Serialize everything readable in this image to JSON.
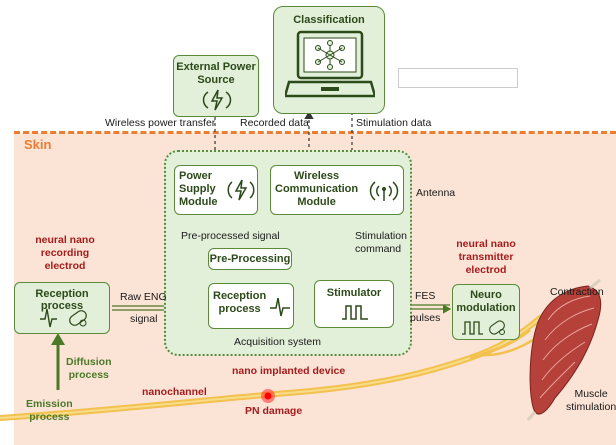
{
  "skin": {
    "label": "Skin"
  },
  "classification": {
    "title": "Classification"
  },
  "external_power": {
    "title": "External Power Source"
  },
  "links": {
    "wireless_power": "Wireless power transfer",
    "recorded_data": "Recorded data",
    "stimulation_data": "Stimulation data",
    "antenna": "Antenna",
    "preprocessed_signal": "Pre-processed signal",
    "stimulation_command_1": "Stimulation",
    "stimulation_command_2": "command",
    "raw_eng_1": "Raw ENG",
    "raw_eng_2": "signal",
    "fes_1": "FES",
    "fes_2": "pulses"
  },
  "modules": {
    "power_supply_1": "Power",
    "power_supply_2": "Supply",
    "power_supply_3": "Module",
    "wireless_comm_1": "Wireless",
    "wireless_comm_2": "Communication",
    "wireless_comm_3": "Module",
    "preprocessing": "Pre-Processing",
    "reception_inner_1": "Reception",
    "reception_inner_2": "process",
    "stimulator": "Stimulator",
    "acquisition_system": "Acquisition system",
    "reception_outer": "Reception process",
    "neuro_1": "Neuro",
    "neuro_2": "modulation"
  },
  "labels": {
    "recording_1": "neural nano",
    "recording_2": "recording",
    "recording_3": "electrod",
    "transmitter_1": "neural nano",
    "transmitter_2": "transmitter",
    "transmitter_3": "electrod",
    "implanted_device": "nano implanted device",
    "diffusion_1": "Diffusion",
    "diffusion_2": "process",
    "emission_1": "Emission",
    "emission_2": "process",
    "nanochannel": "nanochannel",
    "pn_damage": "PN damage",
    "contraction": "Contraction",
    "muscle_1": "Muscle",
    "muscle_2": "stimulation"
  },
  "colors": {
    "module_fill": "#e2efd9",
    "module_stroke": "#5a8a3a",
    "skin": "#fbe3d6",
    "skin_border": "#ec7d31",
    "nerve": "#f2c14e",
    "muscle": "#b5413a"
  }
}
